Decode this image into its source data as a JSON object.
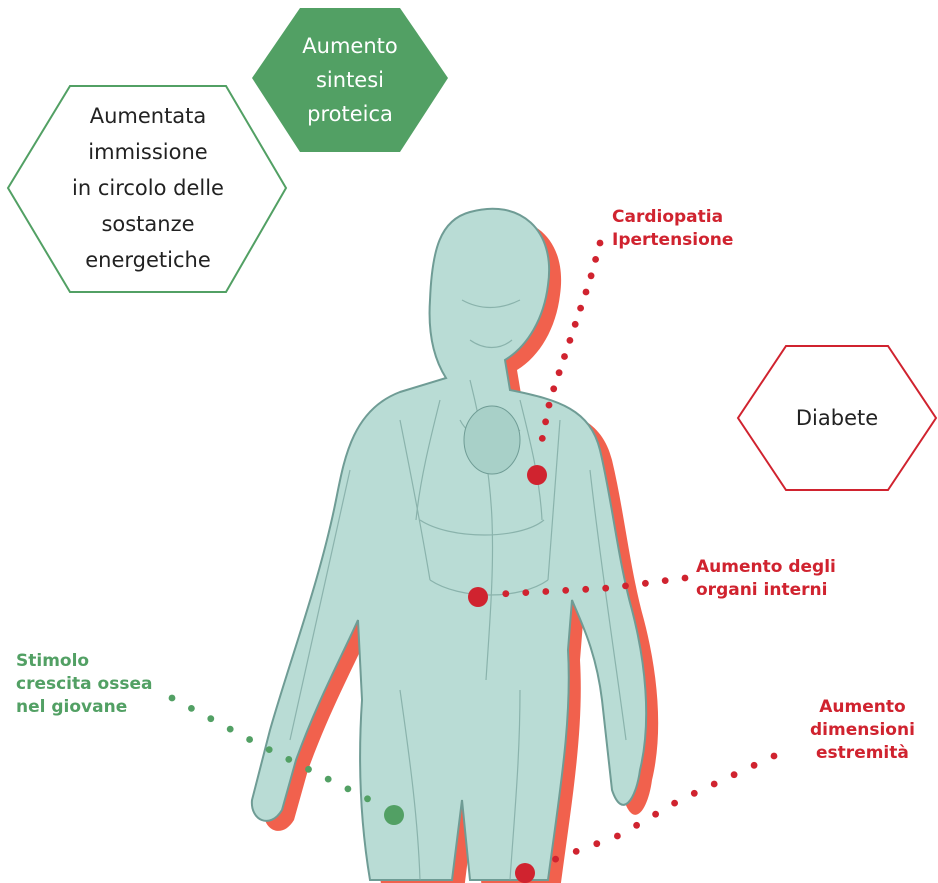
{
  "colors": {
    "green": "#52a064",
    "red": "#d0232f",
    "body_fill": "#b9dcd5",
    "body_stroke": "#6f9c95",
    "shadow": "#f0503a"
  },
  "hexagons": {
    "protein": "Aumento\nsintesi\nproteica",
    "energy": "Aumentata\nimmissione\nin circolo delle\nsostanze\nenergetiche",
    "diabetes": "Diabete"
  },
  "labels": {
    "heart": "Cardiopatia\nIpertensione",
    "organs": "Aumento degli\norgani interni",
    "bone": "Stimolo\ncrescita ossea\nnel giovane",
    "extremities": "Aumento\ndimensioni\nestremità"
  }
}
